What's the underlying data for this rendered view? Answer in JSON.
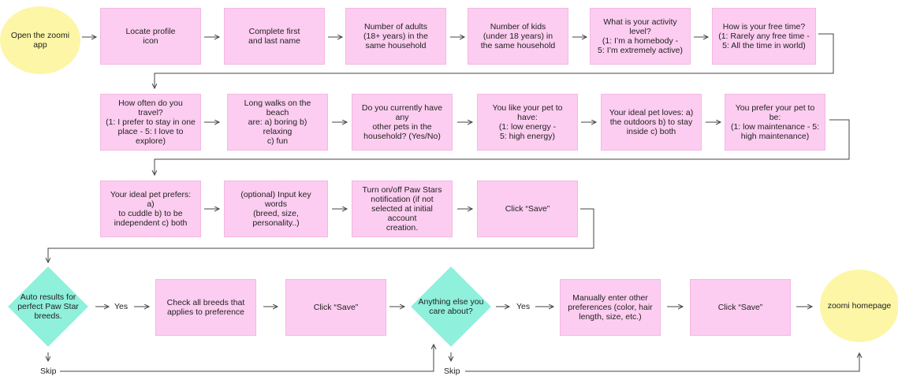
{
  "nodes": {
    "open_app": "Open the zoomi\napp",
    "locate_profile": "Locate profile\nicon",
    "complete_name": "Complete first\nand last name",
    "num_adults": "Number of adults\n(18+ years) in the\nsame  household",
    "num_kids": "Number of kids\n(under 18 years) in\nthe same household",
    "activity_level": "What is your activity level?\n(1: I’m a homebody -\n5: I’m extremely active)",
    "free_time": "How is your free time?\n(1: Rarely any free time -\n5: All the time in world)",
    "travel": "How often do you travel?\n(1: I prefer to stay in one\nplace - 5: I love to explore)",
    "walks_beach": "Long walks on the beach\nare: a) boring b) relaxing\nc) fun",
    "other_pets": "Do you currently have any\nother pets in the\nhousehold? (Yes/No)",
    "pet_energy": "You like your pet to have:\n(1: low energy -\n5: high energy)",
    "pet_loves": "Your ideal pet loves: a)\nthe outdoors b) to stay\ninside c) both",
    "pet_maintenance": "You prefer your pet to be:\n(1: low maintenance - 5:\nhigh maintenance)",
    "pet_prefers": "Your ideal pet prefers: a)\nto cuddle b) to be\nindependent c) both",
    "key_words": "(optional) Input key words\n(breed, size, personality..)",
    "notifications": "Turn on/off Paw Stars\nnotification (if not\nselected at initial account\ncreation.",
    "save1": "Click “Save”",
    "auto_results": "Auto results for\nperfect Paw Star\nbreeds.",
    "check_breeds": "Check all breeds that\napplies to preference",
    "save2": "Click “Save”",
    "anything_else": "Anything else you\ncare about?",
    "manual_prefs": "Manually enter other\npreferences (color, hair\nlength, size, etc.)",
    "save3": "Click “Save”",
    "homepage": "zoomi homepage"
  },
  "edge_labels": {
    "yes1": "Yes",
    "yes2": "Yes",
    "skip1": "Skip",
    "skip2": "Skip"
  },
  "colors": {
    "box_fill": "#fccdf0",
    "terminal_fill": "#fcf6a6",
    "decision_fill": "#8ff0dc",
    "line": "#444444"
  }
}
